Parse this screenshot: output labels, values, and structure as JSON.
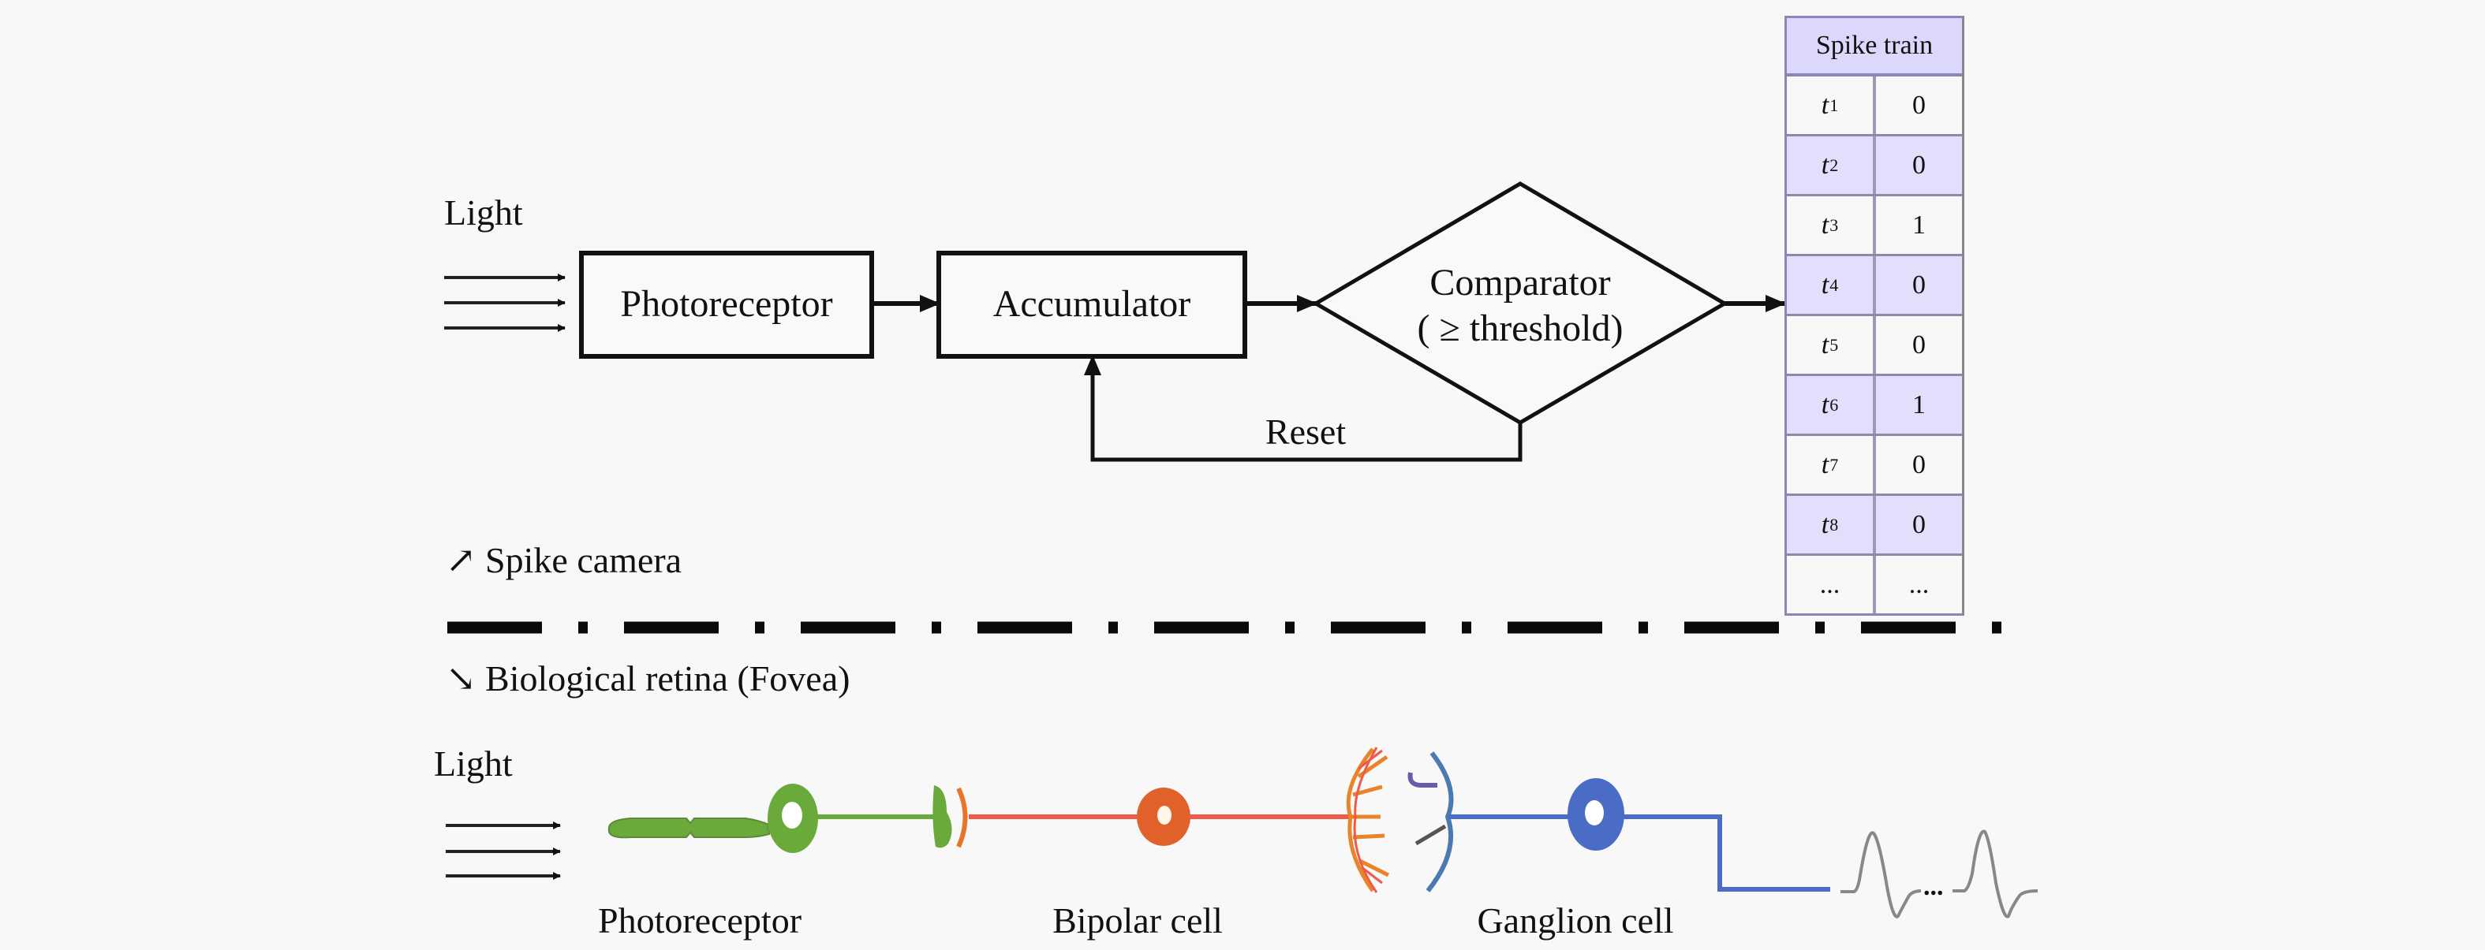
{
  "spike_camera": {
    "light_label": "Light",
    "photoreceptor_label": "Photoreceptor",
    "accumulator_label": "Accumulator",
    "comparator_label_line1": "Comparator",
    "comparator_label_line2": "( ≥ threshold)",
    "reset_label": "Reset",
    "section_label": "↗ Spike camera"
  },
  "spike_train": {
    "header": "Spike train",
    "rows": [
      {
        "t": "t",
        "sub": "1",
        "value": "0",
        "shaded": false
      },
      {
        "t": "t",
        "sub": "2",
        "value": "0",
        "shaded": true
      },
      {
        "t": "t",
        "sub": "3",
        "value": "1",
        "shaded": false
      },
      {
        "t": "t",
        "sub": "4",
        "value": "0",
        "shaded": true
      },
      {
        "t": "t",
        "sub": "5",
        "value": "0",
        "shaded": false
      },
      {
        "t": "t",
        "sub": "6",
        "value": "1",
        "shaded": true
      },
      {
        "t": "t",
        "sub": "7",
        "value": "0",
        "shaded": false
      },
      {
        "t": "t",
        "sub": "8",
        "value": "0",
        "shaded": true
      },
      {
        "t": "...",
        "sub": "",
        "value": "...",
        "shaded": false
      }
    ]
  },
  "retina": {
    "section_label": "↘ Biological retina (Fovea)",
    "light_label": "Light",
    "photoreceptor_label": "Photoreceptor",
    "bipolar_label": "Bipolar cell",
    "ganglion_label": "Ganglion cell",
    "spike_ellipsis": "...",
    "colors": {
      "photoreceptor": "#6aaa3a",
      "bipolar": "#f05a4a",
      "bipolar_soma": "#e0622a",
      "bipolar_dendrite": "#e8842a",
      "ganglion": "#4a6cc4",
      "spike_trace": "#888888"
    }
  }
}
